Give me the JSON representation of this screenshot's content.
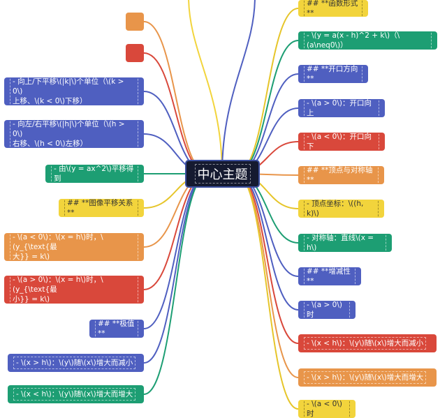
{
  "center": {
    "label": "中心主题",
    "color": "#151a30"
  },
  "left_nodes": [
    {
      "id": "L1",
      "label": "",
      "color": "#e8954a",
      "link": "#e8954a"
    },
    {
      "id": "L2",
      "label": "",
      "color": "#d9483b",
      "link": "#d9483b"
    },
    {
      "id": "L3",
      "label": "- 向上/下平移\\(|k|\\)个单位（\\(k > 0\\)\n上移、\\(k < 0\\)下移）",
      "color": "#4f5fc0",
      "link": "#4f5fc0"
    },
    {
      "id": "L4",
      "label": "- 向左/右平移\\(|h|\\)个单位（\\(h > 0\\)\n右移、\\(h < 0\\)左移）",
      "color": "#4f5fc0",
      "link": "#4f5fc0"
    },
    {
      "id": "L5",
      "label": "- 由\\(y = ax^2\\)平移得到",
      "color": "#1d9e73",
      "link": "#1d9e73"
    },
    {
      "id": "L6",
      "label": "## **图像平移关系**",
      "color": "#f2d43c",
      "link": "#e6c52a",
      "dark": true
    },
    {
      "id": "L7",
      "label": "- \\(a < 0\\)：\\(x = h\\)时，\\(y_{\\text{最\n大}} = k\\)",
      "color": "#e8954a",
      "link": "#e8954a"
    },
    {
      "id": "L8",
      "label": "- \\(a > 0\\)：\\(x = h\\)时，\\(y_{\\text{最\n小}} = k\\)",
      "color": "#d9483b",
      "link": "#d9483b"
    },
    {
      "id": "L9",
      "label": "## **极值**",
      "color": "#4f5fc0",
      "link": "#4f5fc0"
    },
    {
      "id": "L10",
      "label": "- \\(x > h\\)：\\(y\\)随\\(x\\)增大而减小",
      "color": "#4f5fc0",
      "link": "#4f5fc0"
    },
    {
      "id": "L11",
      "label": "- \\(x < h\\)：\\(y\\)随\\(x\\)增大而增大",
      "color": "#1d9e73",
      "link": "#1d9e73"
    }
  ],
  "right_nodes": [
    {
      "id": "R1",
      "label": "## **函数形式**",
      "color": "#f2d43c",
      "link": "#e6c52a",
      "dark": true
    },
    {
      "id": "R2",
      "label": "- \\(y = a(x - h)^2 + k\\)（\\(a\\neq0\\)）",
      "color": "#1d9e73",
      "link": "#1d9e73"
    },
    {
      "id": "R3",
      "label": "## **开口方向**",
      "color": "#4f5fc0",
      "link": "#4f5fc0"
    },
    {
      "id": "R4",
      "label": "- \\(a > 0\\)：开口向上",
      "color": "#4f5fc0",
      "link": "#4f5fc0"
    },
    {
      "id": "R5",
      "label": "- \\(a < 0\\)：开口向下",
      "color": "#d9483b",
      "link": "#d9483b"
    },
    {
      "id": "R6",
      "label": "## **顶点与对称轴**",
      "color": "#e8954a",
      "link": "#e8954a"
    },
    {
      "id": "R7",
      "label": "- 顶点坐标：\\((h, k)\\)",
      "color": "#f2d43c",
      "link": "#e6c52a",
      "dark": true
    },
    {
      "id": "R8",
      "label": "- 对称轴：直线\\(x = h\\)",
      "color": "#1d9e73",
      "link": "#1d9e73"
    },
    {
      "id": "R9",
      "label": "## **增减性**",
      "color": "#4f5fc0",
      "link": "#4f5fc0"
    },
    {
      "id": "R10",
      "label": "- \\(a > 0\\)时",
      "color": "#4f5fc0",
      "link": "#4f5fc0"
    },
    {
      "id": "R11",
      "label": "- \\(x < h\\)：\\(y\\)随\\(x\\)增大而减小",
      "color": "#d9483b",
      "link": "#d9483b"
    },
    {
      "id": "R12",
      "label": "- \\(x > h\\)：\\(y\\)随\\(x\\)增大而增大",
      "color": "#e8954a",
      "link": "#e8954a"
    },
    {
      "id": "R13",
      "label": "- \\(a < 0\\)时",
      "color": "#f2d43c",
      "link": "#e6c52a",
      "dark": true
    }
  ],
  "offscreen_links": [
    {
      "color": "#f2d43c"
    },
    {
      "color": "#4f5fc0"
    }
  ]
}
